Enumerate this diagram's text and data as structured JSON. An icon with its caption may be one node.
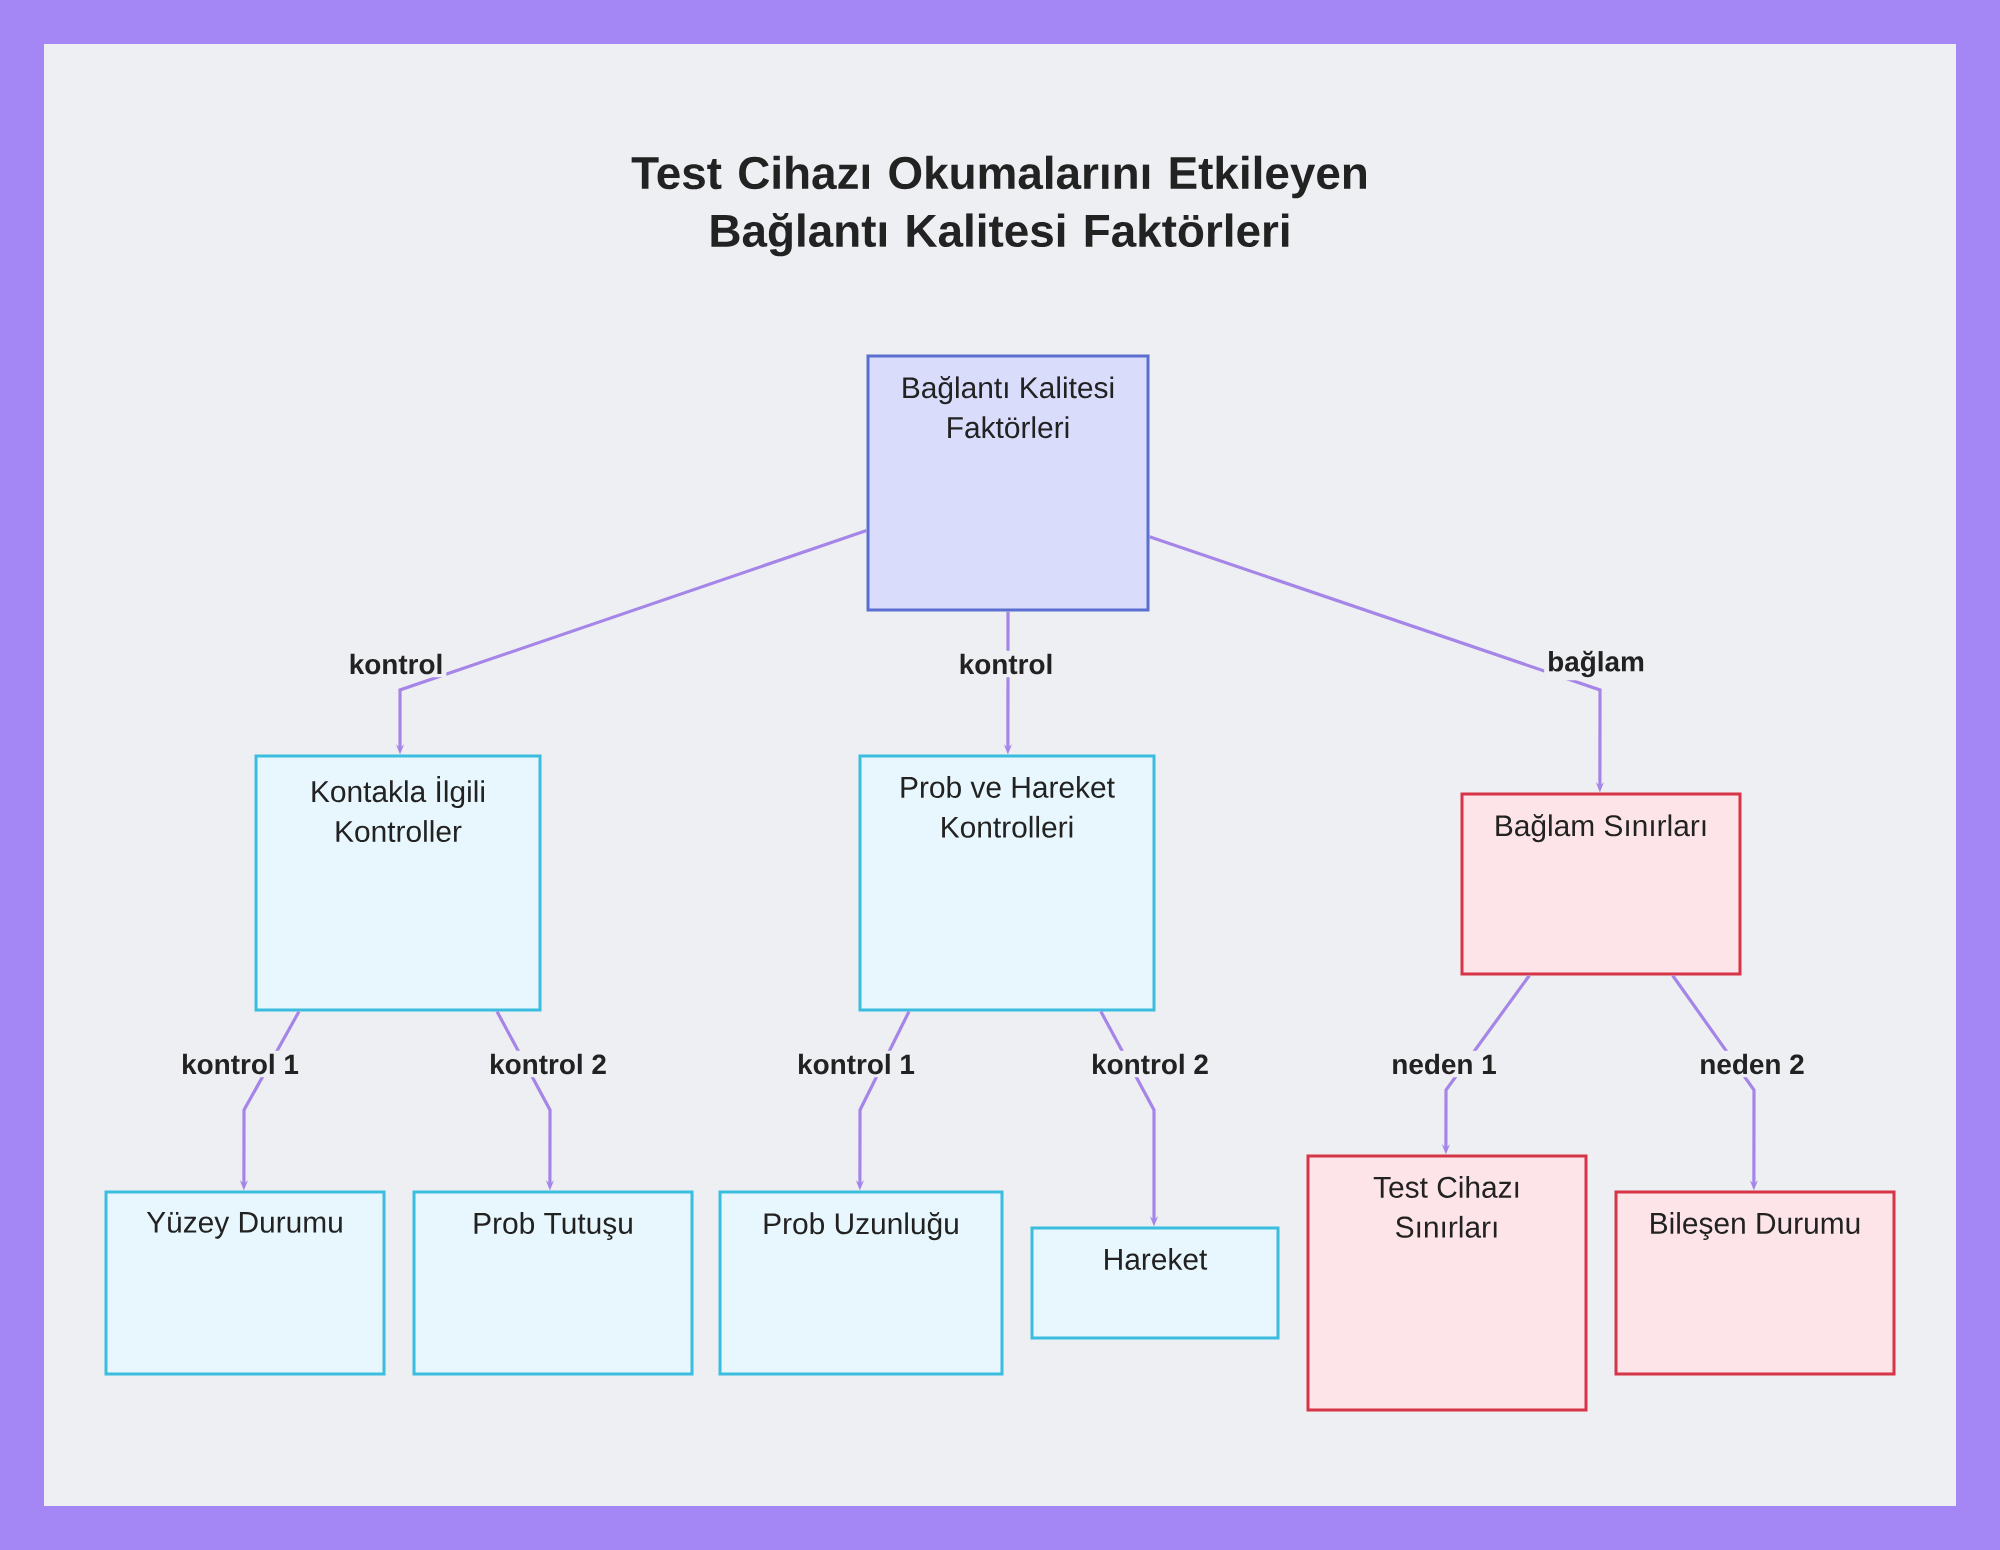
{
  "diagram": {
    "title": "Test Cihazı Okumalarını Etkileyen Bağlantı Kalitesi Faktörleri",
    "nodes": [
      {
        "text": [
          "Bağlantı Kalitesi Faktörleri"
        ]
      },
      {
        "text": [
          "Kontakla İlgili Kontroller"
        ]
      },
      {
        "text": [
          "Prob ve Hareket Kontrolleri"
        ]
      },
      {
        "text": [
          "Bağlam Sınırları"
        ]
      },
      {
        "text": [
          "Yüzey Durumu"
        ]
      },
      {
        "text": [
          "Prob Tutuşu"
        ]
      },
      {
        "text": [
          "Prob Uzunluğu"
        ]
      },
      {
        "text": [
          "Hareket"
        ]
      },
      {
        "text": [
          "Test Cihazı Sınırları"
        ]
      },
      {
        "text": [
          "Bileşen Durumu"
        ]
      }
    ],
    "edges": [
      {
        "from": 0,
        "to": 1,
        "arrow": "to",
        "label": "kontrol"
      },
      {
        "from": 0,
        "to": 2,
        "arrow": "to",
        "label": "kontrol"
      },
      {
        "from": 0,
        "to": 3,
        "arrow": "to",
        "label": "bağlam"
      },
      {
        "from": 1,
        "to": 4,
        "arrow": "to",
        "label": "kontrol 1"
      },
      {
        "from": 1,
        "to": 5,
        "arrow": "to",
        "label": "kontrol 2"
      },
      {
        "from": 2,
        "to": 6,
        "arrow": "to",
        "label": "kontrol 1"
      },
      {
        "from": 2,
        "to": 7,
        "arrow": "to",
        "label": "kontrol 2"
      },
      {
        "from": 3,
        "to": 8,
        "arrow": "to",
        "label": "neden 1"
      },
      {
        "from": 3,
        "to": 9,
        "arrow": "to",
        "label": "neden 2"
      }
    ]
  }
}
